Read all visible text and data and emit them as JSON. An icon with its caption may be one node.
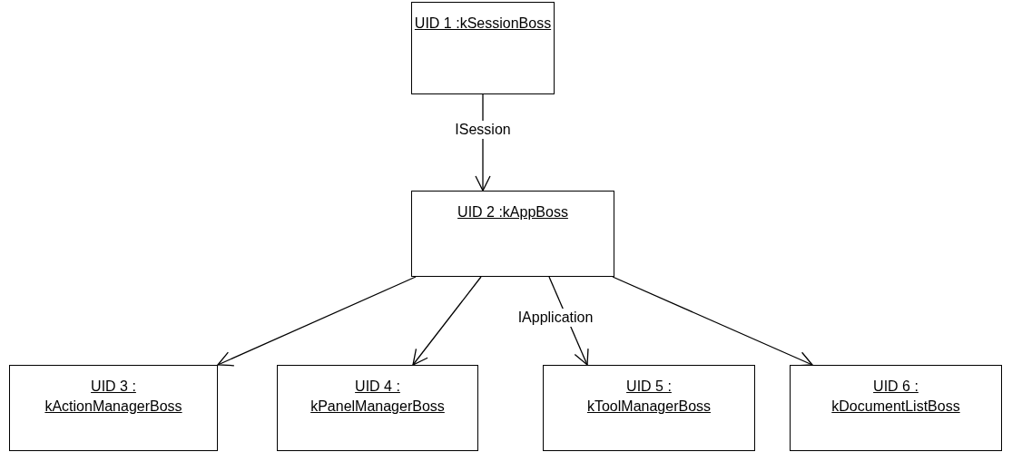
{
  "diagram": {
    "nodes": [
      {
        "text": [
          "UID 1 :kSessionBoss"
        ]
      },
      {
        "text": [
          "UID 2 :kAppBoss"
        ]
      },
      {
        "text": [
          "UID 3 : kActionManagerBoss"
        ]
      },
      {
        "text": [
          "UID 4 : kPanelManagerBoss"
        ]
      },
      {
        "text": [
          "UID 5 : kToolManagerBoss"
        ]
      },
      {
        "text": [
          "UID 6 : kDocumentListBoss"
        ]
      }
    ],
    "edges": [
      {
        "from": 0,
        "to": 1,
        "arrow": "to",
        "label": "ISession"
      },
      {
        "from": 1,
        "to": 2,
        "arrow": "to"
      },
      {
        "from": 1,
        "to": 3,
        "arrow": "to"
      },
      {
        "from": 1,
        "to": 4,
        "arrow": "to",
        "label": "IApplication"
      },
      {
        "from": 1,
        "to": 5,
        "arrow": "to"
      }
    ]
  }
}
